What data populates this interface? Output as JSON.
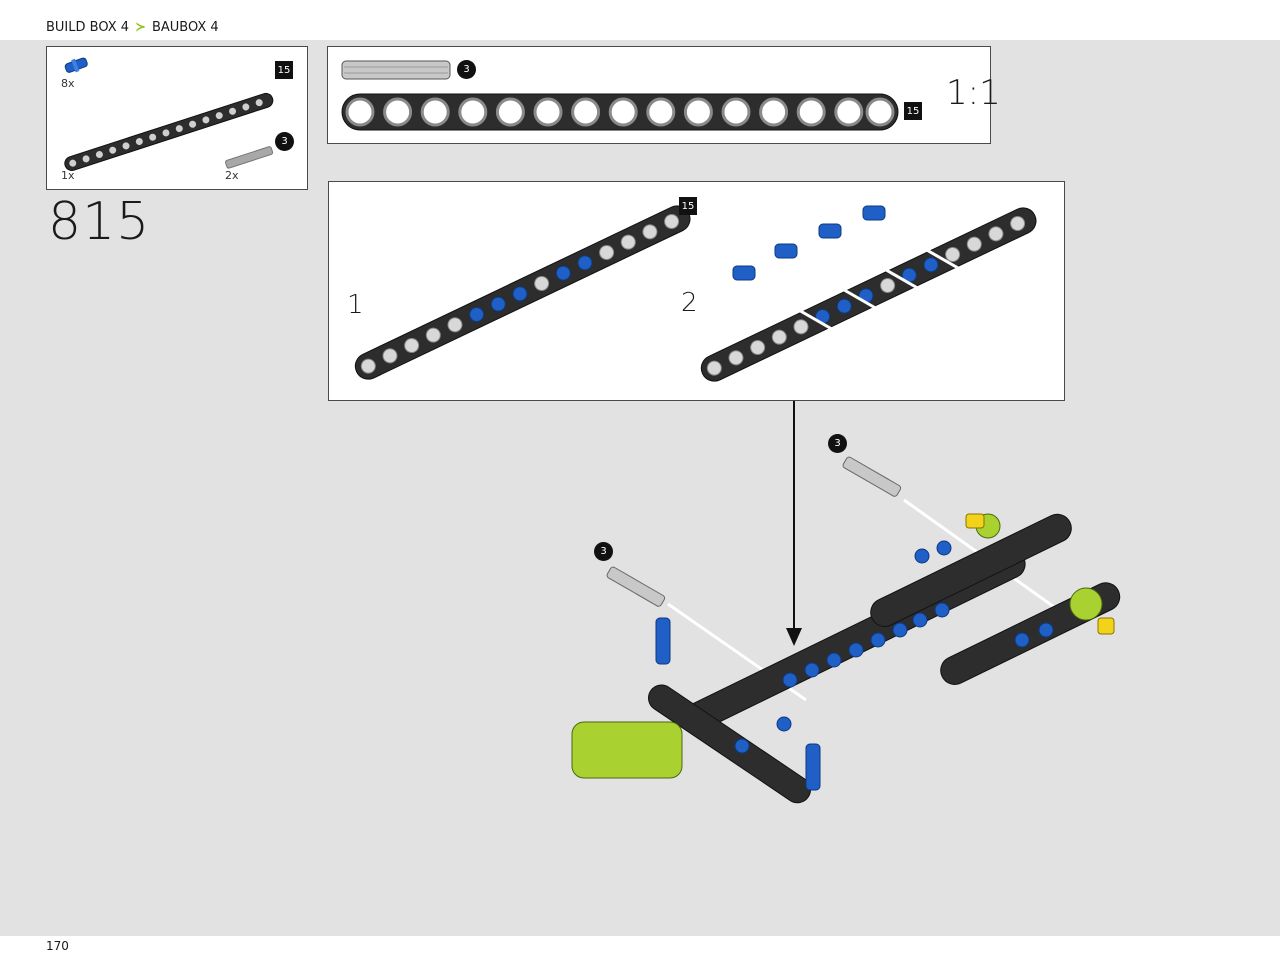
{
  "header": {
    "breadcrumb_1": "BUILD BOX 4",
    "breadcrumb_2": "BAUBOX 4"
  },
  "parts_list": {
    "items": [
      {
        "name": "blue friction pin",
        "qty": "8x"
      },
      {
        "name": "black 15-hole beam",
        "qty": "1x",
        "length_badge": "15"
      },
      {
        "name": "grey axle 3",
        "qty": "2x",
        "length_badge": "3"
      }
    ]
  },
  "step": {
    "number": "815"
  },
  "scale_box": {
    "axle_badge": "3",
    "beam_badge": "15",
    "scale_label": "1:1"
  },
  "sub_assembly": {
    "beam_badge": "15",
    "substep_1": "1",
    "substep_2": "2"
  },
  "main_assembly": {
    "axle_badge_top": "3",
    "axle_badge_left": "3"
  },
  "footer": {
    "page_number": "170"
  },
  "colors": {
    "accent": "#8dc21f",
    "page_bg": "#e2e2e2",
    "beam": "#2d2d2d",
    "pin_blue": "#1f5fc6",
    "lime": "#a9d230"
  }
}
